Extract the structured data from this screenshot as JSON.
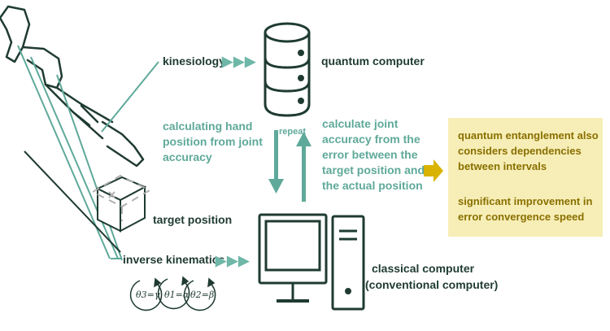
{
  "labels": {
    "kinesiology": "kinesiology",
    "quantum_computer": "quantum computer",
    "calc_hand": [
      "calculating hand",
      "position from joint",
      "accuracy"
    ],
    "repeat": "repeat",
    "calc_joint": [
      "calculate joint",
      "accuracy from the",
      "error between the",
      "target position and",
      "the actual position"
    ],
    "target_position": "target position",
    "inverse_kinematics": "inverse kinematics",
    "classical_computer": [
      "classical computer",
      "(conventional computer)"
    ],
    "result_box": {
      "line1": [
        "quantum entanglement also",
        "considers dependencies",
        "between intervals"
      ],
      "line2": [
        "significant improvement in",
        "error convergence speed"
      ]
    },
    "arrows_glyph": "▶▶▶",
    "joints": [
      "θ3=γ",
      "θ1=α",
      "θ2=β"
    ]
  },
  "colors": {
    "dark_green": "#1f3b32",
    "teal": "#5fa99a",
    "light_teal": "#6fb7a8",
    "box_yellow": "#f6eeb6",
    "gold_arrow": "#d9b300",
    "box_text": "#8a6f00"
  },
  "icons": [
    "robot-hand-icon",
    "cube-icon",
    "database-icon",
    "monitor-icon",
    "pc-tower-icon",
    "rotation-arrow-icon"
  ]
}
